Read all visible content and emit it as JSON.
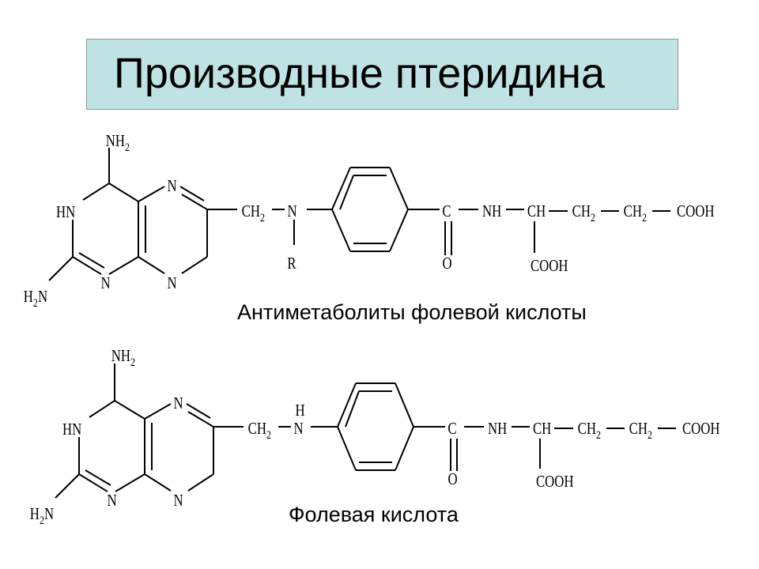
{
  "slide": {
    "title": "Производные птеридина",
    "caption_antimetabolites": "Антиметаболиты фолевой кислоты",
    "caption_folic_acid": "Фолевая кислота",
    "title_background": "#bfe3e4"
  },
  "structure_labels": {
    "nh": "NH",
    "n": "N",
    "hn": "HN",
    "h2": "H",
    "sub2": "2",
    "ch": "CH",
    "c": "C",
    "o": "O",
    "r": "R",
    "h": "H",
    "cooh": "COOH"
  }
}
